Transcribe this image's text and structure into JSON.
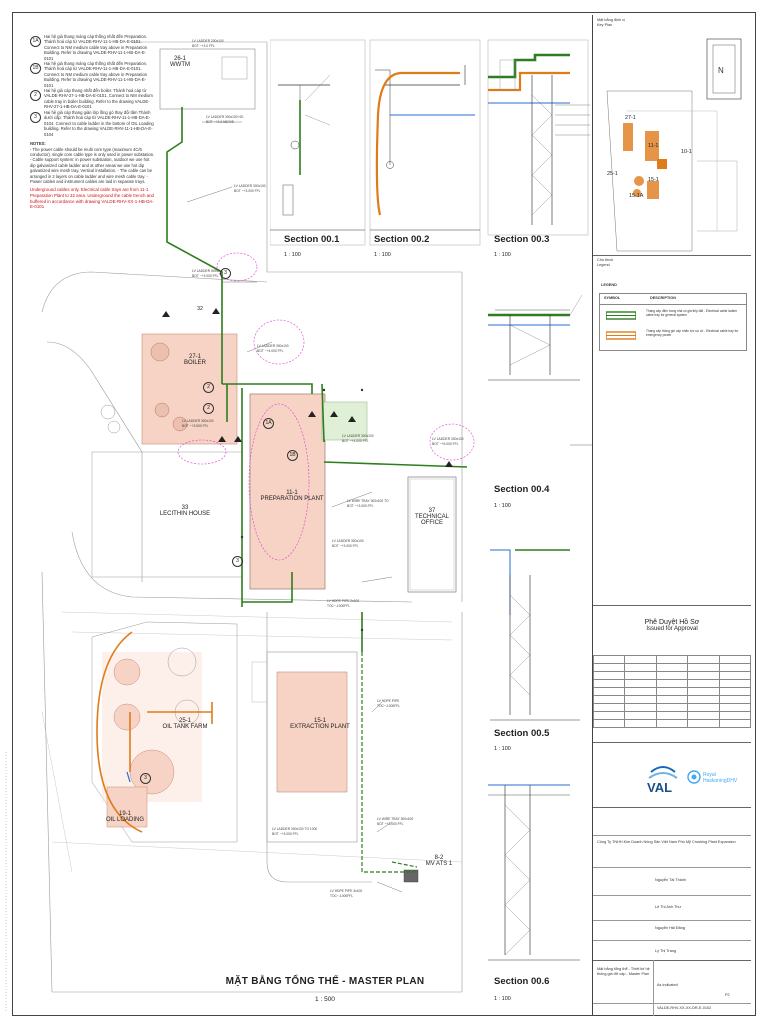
{
  "plan": {
    "title": "MẶT BẰNG TỔNG THỂ - MASTER PLAN",
    "scale": "1 : 500",
    "buildings": {
      "wwtm": "WWTM",
      "wwtm_code": "26-1",
      "boiler_code": "27-1",
      "boiler": "BOILER",
      "lecithin_code": "33",
      "lecithin": "LECITHIN HOUSE",
      "prep_code": "11-1",
      "prep": "PREPARATION PLANT",
      "tech_code": "37",
      "tech": "TECHNICAL OFFICE",
      "oil_tank_code": "25-1",
      "oil_tank": "OIL TANK FARM",
      "extraction_code": "15-1",
      "extraction": "EXTRACTION PLANT",
      "oil_loading_code": "19-1",
      "oil_loading": "OIL LOADING",
      "mv_ats_code": "8-2",
      "mv_ats": "MV ATS 1",
      "area_32": "32"
    },
    "markers": [
      "1A",
      "1B",
      "2",
      "3",
      "1A",
      "1B",
      "2",
      "2",
      "3",
      "3"
    ]
  },
  "notes": {
    "items": [
      {
        "tag": "1A",
        "text": "Hai hệ giá thang máng cáp thống nhất đến Preparation. Thánh hoá cáp từ VALDE-RHV-11-1-HB-DA-E-0101. Connect to NM medium cable tray above in Preparation Building. Refer to drawing VALDE-RHV-11-1-HB-DA-E-0101"
      },
      {
        "tag": "1B",
        "text": "Hai hệ giá thang máng cáp thống nhất đến Preparation. Thánh hoá cáp từ VALDE-RHV-11-1-HB-DA-E-0101. Connect to NM medium cable tray above in Preparation Building. Refer to drawing VALDE-RHV-11-1-HB-DA-E-0101"
      },
      {
        "tag": "2",
        "text": "Hai hệ giá cáp thang nhất đến boiler. Thánh hoá cáp từ VALDE-RHV-27-1-HB-DA-E-0101. Connect to NM medium cable tray in boiler building. Refer to the drawing VALDE-RHV-27-1-HB-DA-E-0101"
      },
      {
        "tag": "3",
        "text": "Hai hệ giá cáp thang giản lớp lồng gò thay đổi tầm Thánh dưới cấp. Thánh hoá cáp từ VALDE-RHV-11-1-HB-DA-E-0104. Connect to cable ladder in the bottom of OIL Loading building. Refer to the drawing VALDE-RHV-11-1-HB-DA-E-0104"
      }
    ],
    "heading": "NOTES:",
    "body": "- The power cable should be multi core type (maximum 4C/6 conductor), single core cable type is only used in power substation. - Cable support system: in power substation, outdoor we use hot dip galvanized cable ladder and at other areas we use hot dip galvanized wire mesh tray. Vertical installation. - The cable can be arranged in 2 layers on cable ladder and wire mesh cable tray. - Power cables and instrument cables are laid in separate trays.",
    "red": "Underground cables only. Electrical cable trays are from 11-1 Preparation Plant to 32 area. Underground the cable trench and buffered in accordance with drawing VALDE-RHV-XX-1-HB-DA-E-0101"
  },
  "sections": [
    {
      "title": "Section 00.1",
      "scale": "1 : 100"
    },
    {
      "title": "Section 00.2",
      "scale": "1 : 100"
    },
    {
      "title": "Section 00.3",
      "scale": "1 : 100"
    },
    {
      "title": "Section 00.4",
      "scale": "1 : 100"
    },
    {
      "title": "Section 00.5",
      "scale": "1 : 100"
    },
    {
      "title": "Section 00.6",
      "scale": "1 : 100"
    }
  ],
  "title_block": {
    "keyplan_label": "Mặt bằng định vị\nKey Plan",
    "keyplan_tags": [
      "27-1",
      "11-1",
      "10-1",
      "25-1",
      "15-1",
      "15-1A"
    ],
    "legend_vn": "Chú thích",
    "legend_en": "Legend",
    "legend_title": "LEGEND",
    "legend_cols": [
      "SYMBOL",
      "DESCRIPTION"
    ],
    "legend_rows": [
      "Thang cáp điện trong nhà có giá tiếp đất - Electrical cable ladder cable tray for general system",
      "Thang cáp thông gió cáp nhân lực sự cố - Electrical cable tray for emergency power"
    ],
    "approval_vn": "Phê Duyệt Hồ Sơ",
    "approval_en": "Issued for Approval",
    "client_name": "Công Ty TNHH Kim Doanh Nông Sản Việt Nam\nPhú Mỹ Crushing Plant Expansion",
    "client_rep": "Nguyễn Tài Thành",
    "designer": "Lê Thị Anh Thư",
    "checked": "Nguyễn Hải Đăng",
    "approved": "Lý Thị Trang",
    "drawing_title": "Mặt bằng tổng thể - Thiết kế hệ thống giá đỡ cáp - Master Plan",
    "drawing_no": "VALDE-RHV-XX-XX-DR-E-0102",
    "scale": "As indicated",
    "revision": "P2",
    "logo1": "VAL",
    "logo2": "Royal HaskoningDHV"
  }
}
